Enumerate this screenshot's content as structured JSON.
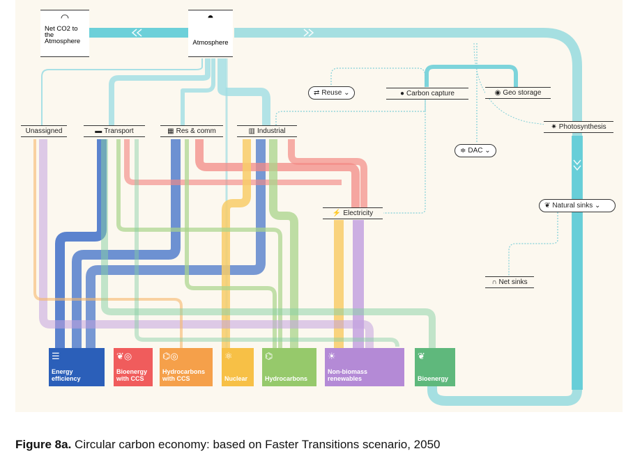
{
  "nodes": {
    "net_co2": "Net CO2 to the Atmosphere",
    "atmosphere": "Atmosphere",
    "reuse": "Reuse",
    "carbon_capture": "Carbon capture",
    "geo_storage": "Geo storage",
    "photosynthesis": "Photosynthesis",
    "unassigned": "Unassigned",
    "transport": "Transport",
    "res_comm": "Res & comm",
    "industrial": "Industrial",
    "dac": "DAC",
    "electricity": "Electricity",
    "natural_sinks": "Natural sinks",
    "net_sinks": "Net sinks"
  },
  "boxes": [
    {
      "label": "Energy efficiency",
      "color": "#2b5fb9",
      "icon": "bars-icon"
    },
    {
      "label": "Bioenergy with CCS",
      "color": "#f05c5c",
      "icon": "leaf-ccs-icon"
    },
    {
      "label": "Hydrocarbons with CCS",
      "color": "#f5a04a",
      "icon": "molecule-ccs-icon"
    },
    {
      "label": "Nuclear",
      "color": "#f7c046",
      "icon": "atom-icon"
    },
    {
      "label": "Hydrocarbons",
      "color": "#96c96b",
      "icon": "molecule-icon"
    },
    {
      "label": "Non-biomass renewables",
      "color": "#b48ad6",
      "icon": "sun-icon"
    },
    {
      "label": "Bioenergy",
      "color": "#5fb87c",
      "icon": "leaf-icon"
    }
  ],
  "caption": {
    "figure": "Figure 8a.",
    "text": "Circular carbon economy: based on Faster Transitions scenario, 2050"
  },
  "colors": {
    "panel_bg": "#fcf8ef",
    "co2_flow": "#5ccbd6",
    "efficiency": "#3e6fc8",
    "bioenergy_ccs": "#f38b86",
    "hydrocarbons_ccs": "#f6b76b",
    "nuclear": "#f8cc68",
    "hydrocarbons": "#a9d48b",
    "renewables": "#c3a2df",
    "bioenergy": "#86cfa4"
  }
}
